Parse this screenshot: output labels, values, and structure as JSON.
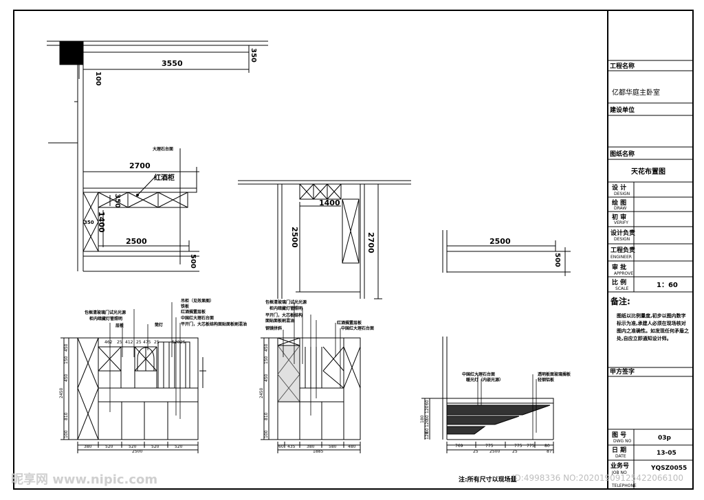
{
  "title_block": {
    "project_name_label": "工程名称",
    "project_name_value": "亿都华庭主卧室",
    "client_label": "建设单位",
    "drawing_name_label": "图纸名称",
    "drawing_name_value": "天花布置图",
    "roles": [
      {
        "cn": "设 计",
        "en": "DESIGN"
      },
      {
        "cn": "绘 图",
        "en": "DRAW"
      },
      {
        "cn": "初 审",
        "en": "VERIFY"
      },
      {
        "cn": "设计负责",
        "en": "DESIGN"
      },
      {
        "cn": "工程负责",
        "en": "ENGINEER"
      },
      {
        "cn": "审 批",
        "en": "APPROVE"
      }
    ],
    "scale_cn": "比 例",
    "scale_en": "SCALE",
    "scale_value": "1：60",
    "remarks_label": "备注:",
    "remarks_text": "图纸以比例量度,初步以图内数字标示为准,承建人必须在现场核对图内之准确性。如发现任何矛盾之处,自应立即通知设计师。",
    "party_a_sign_label": "甲方签字",
    "dwg_no_cn": "图 号",
    "dwg_no_en": "DWG NO",
    "dwg_no_value": "03p",
    "date_cn": "日 期",
    "date_en": "DATE",
    "date_value": "13-05",
    "job_no_cn": "业务号",
    "job_no_en": "JOB NO",
    "job_no_value": "YQSZ0055",
    "telephone_en": "TELEPHONE"
  },
  "plan_top": {
    "dim_3550": "3550",
    "dim_100": "100",
    "dim_350_top": "350",
    "label_marble": "大理石台面",
    "dim_2700": "2700",
    "label_wine_cabinet": "红酒柜",
    "dim_350_mid": "350",
    "dim_1400": "1400",
    "dim_350_side": "350",
    "dim_2500": "2500",
    "dim_500": "500"
  },
  "plan_mid": {
    "dim_1400": "1400",
    "dim_2500": "2500",
    "dim_2700": "2700"
  },
  "plan_right": {
    "dim_2500": "2500",
    "dim_500": "500"
  },
  "elev_left": {
    "notes_left": [
      "包框清玻璃门试光光源",
      "柜内暗藏灯管照明",
      "层板"
    ],
    "notes_right": [
      "吊柜（见效果图）",
      "铁板",
      "红酒搁置层板",
      "中国红大理石台面",
      "平开门，大芯板结构面贴面板刷混油"
    ],
    "label_lamp": "筒灯",
    "top_dims": [
      "462",
      "25",
      "412",
      "25",
      "475",
      "25",
      "520",
      "25"
    ],
    "bottom_dims": [
      "380",
      "520",
      "520",
      "520",
      "520"
    ],
    "total_dim": "2500",
    "side_dims": [
      "450",
      "150",
      "450",
      "2450",
      "810",
      "100"
    ]
  },
  "elev_mid": {
    "notes_left": [
      "包框清玻璃门试光光源",
      "柜内暗藏灯管照明",
      "平开门，大芯板结构",
      "面贴面板刷混油",
      "钢镜拼斜"
    ],
    "notes_right": [
      "红酒搁置层板",
      "中国红大理石台面"
    ],
    "bottom_dims": [
      "60",
      "435",
      "380",
      "580",
      "480"
    ],
    "total_dim": "1885",
    "side_dims": [
      "450",
      "150",
      "450",
      "2450",
      "810",
      "100"
    ]
  },
  "elev_right": {
    "notes": [
      "中国红大理石台面",
      "暖光灯（内嵌光源）",
      "透明板面玻璃搁板",
      "轻钢铝板"
    ],
    "bottom_dims": [
      "769",
      "775",
      "775",
      "775",
      "80"
    ],
    "sub_dims": [
      "25",
      "2500",
      "25",
      "87"
    ],
    "side_dims": [
      "180",
      "60",
      "120",
      "60",
      "120",
      "60",
      "120"
    ]
  },
  "footer": {
    "note": "注:所有尺寸以现场量",
    "watermark_left": "昵享网 www.nipic.com",
    "watermark_right": "ID:4998336 NO:20201909125422066100"
  }
}
